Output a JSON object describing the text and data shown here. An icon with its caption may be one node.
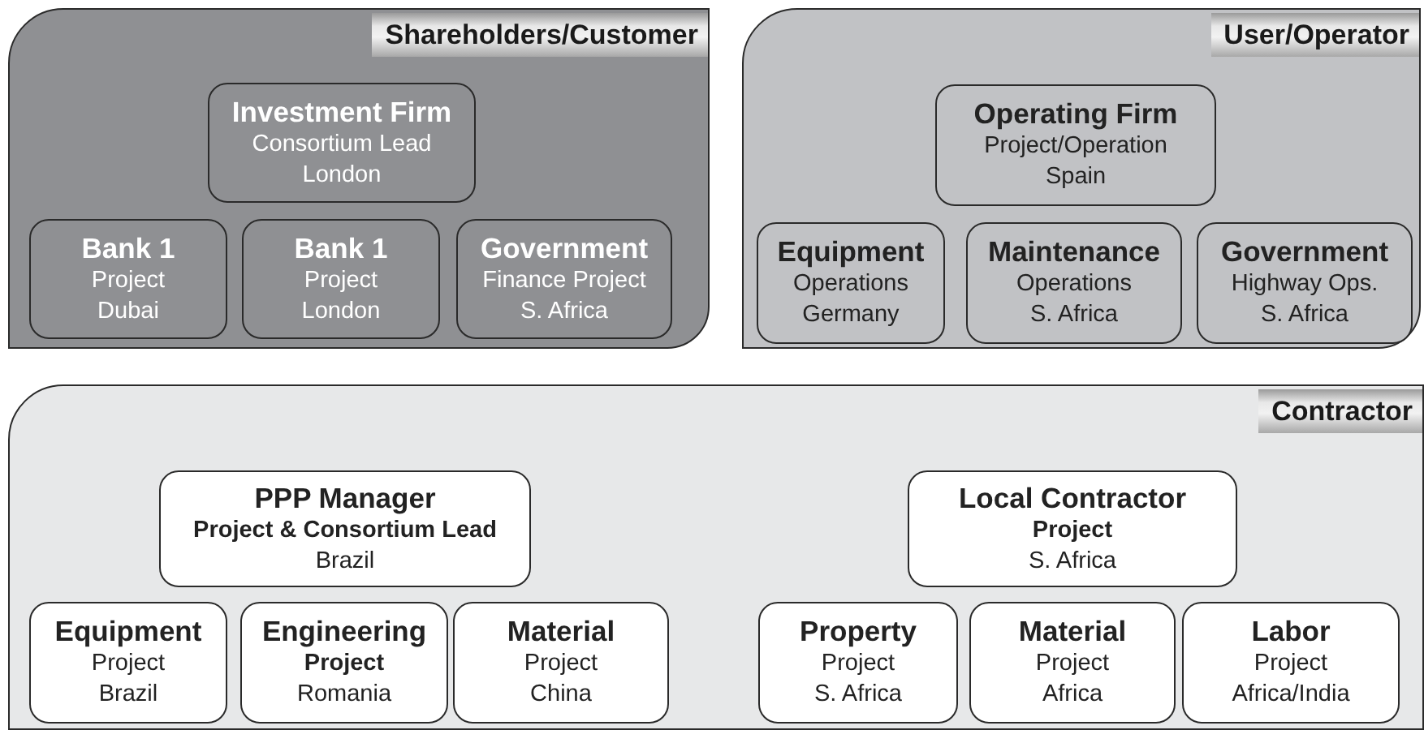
{
  "diagram": {
    "nodes": [
      {
        "text": [
          "Shareholders/Customer"
        ]
      },
      {
        "text": [
          "Investment Firm",
          "Consortium Lead",
          "London"
        ],
        "in": 0
      },
      {
        "text": [
          "Bank 1",
          "Project",
          "Dubai"
        ],
        "in": 0
      },
      {
        "text": [
          "Bank 1",
          "Project",
          "London"
        ],
        "in": 0
      },
      {
        "text": [
          "Government",
          "Finance Project",
          "S. Africa"
        ],
        "in": 0
      },
      {
        "text": [
          "User/Operator"
        ]
      },
      {
        "text": [
          "Operating Firm",
          "Project/Operation",
          "Spain"
        ],
        "in": 5
      },
      {
        "text": [
          "Equipment",
          "Operations",
          "Germany"
        ],
        "in": 5
      },
      {
        "text": [
          "Maintenance",
          "Operations",
          "S. Africa"
        ],
        "in": 5
      },
      {
        "text": [
          "Government",
          "Highway Ops.",
          "S. Africa"
        ],
        "in": 5
      },
      {
        "text": [
          "Contractor"
        ]
      },
      {
        "text": [
          "PPP Manager",
          "**Project & Consortium Lead**",
          "Brazil"
        ],
        "in": 10
      },
      {
        "text": [
          "Local Contractor",
          "**Project**",
          "S. Africa"
        ],
        "in": 10
      },
      {
        "text": [
          "Equipment",
          "Project",
          "Brazil"
        ],
        "in": 10
      },
      {
        "text": [
          "Engineering",
          "**Project**",
          "Romania"
        ],
        "in": 10
      },
      {
        "text": [
          "Material",
          "Project",
          "China"
        ],
        "in": 10
      },
      {
        "text": [
          "Property",
          "Project",
          "S. Africa"
        ],
        "in": 10
      },
      {
        "text": [
          "Material",
          "Project",
          "Africa"
        ],
        "in": 10
      },
      {
        "text": [
          "Labor",
          "Project",
          "Africa/India"
        ],
        "in": 10
      }
    ]
  }
}
